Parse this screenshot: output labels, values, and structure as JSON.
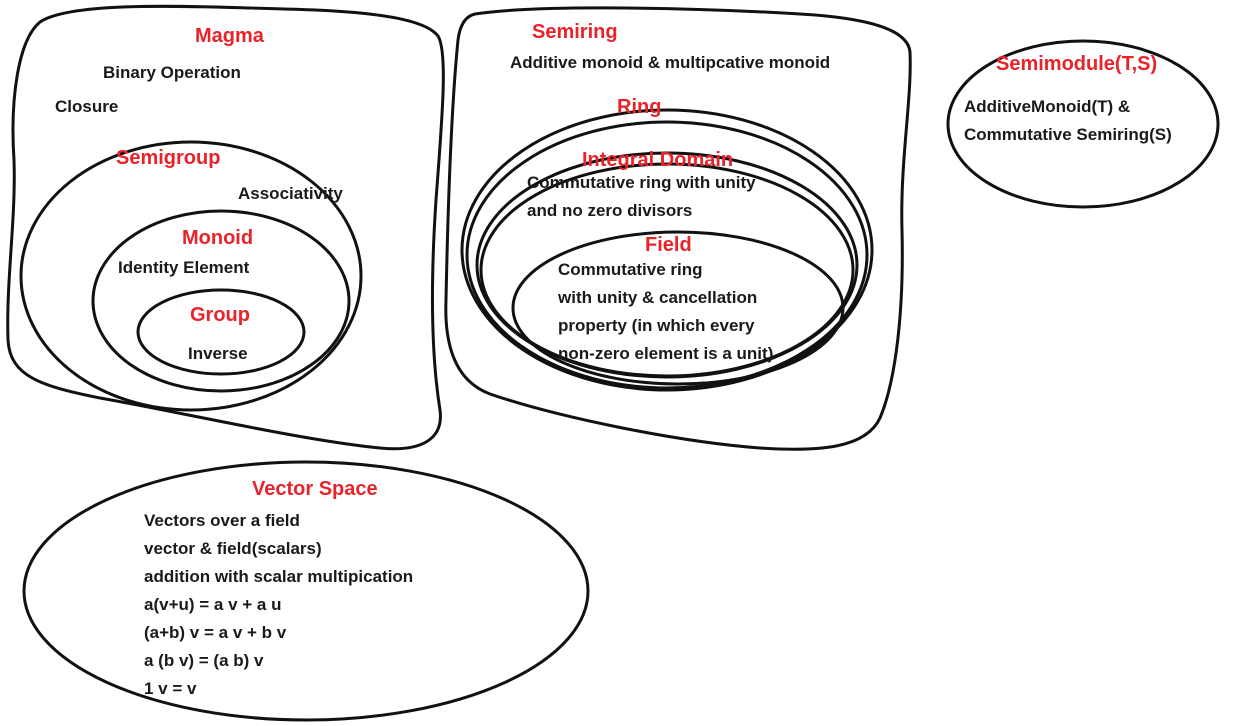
{
  "colors": {
    "title": "#e8232a",
    "text": "#1a1a1a",
    "outline": "#111111"
  },
  "magma": {
    "title": "Magma",
    "binary_operation": "Binary Operation",
    "closure": "Closure"
  },
  "semigroup": {
    "title": "Semigroup",
    "associativity": "Associativity"
  },
  "monoid": {
    "title": "Monoid",
    "identity": "Identity Element"
  },
  "group": {
    "title": "Group",
    "inverse": "Inverse"
  },
  "semiring": {
    "title": "Semiring",
    "desc": "Additive monoid & multipcative monoid"
  },
  "ring": {
    "title": "Ring"
  },
  "integral_domain": {
    "title": "Integral Domain",
    "lines": [
      "Commutative ring with unity",
      "and no zero divisors"
    ]
  },
  "field": {
    "title": "Field",
    "lines": [
      "Commutative ring",
      "with unity & cancellation",
      "property (in which every",
      "non-zero element is a unit)"
    ]
  },
  "semimodule": {
    "title": "Semimodule(T,S)",
    "lines": [
      "AdditiveMonoid(T) &",
      "Commutative Semiring(S)"
    ]
  },
  "vector_space": {
    "title": "Vector Space",
    "lines": [
      "Vectors over a field",
      "vector & field(scalars)",
      "addition with scalar multipication",
      "a(v+u) = a v + a u",
      "(a+b) v = a v + b v",
      "a (b v) = (a b) v",
      "1 v = v"
    ]
  }
}
